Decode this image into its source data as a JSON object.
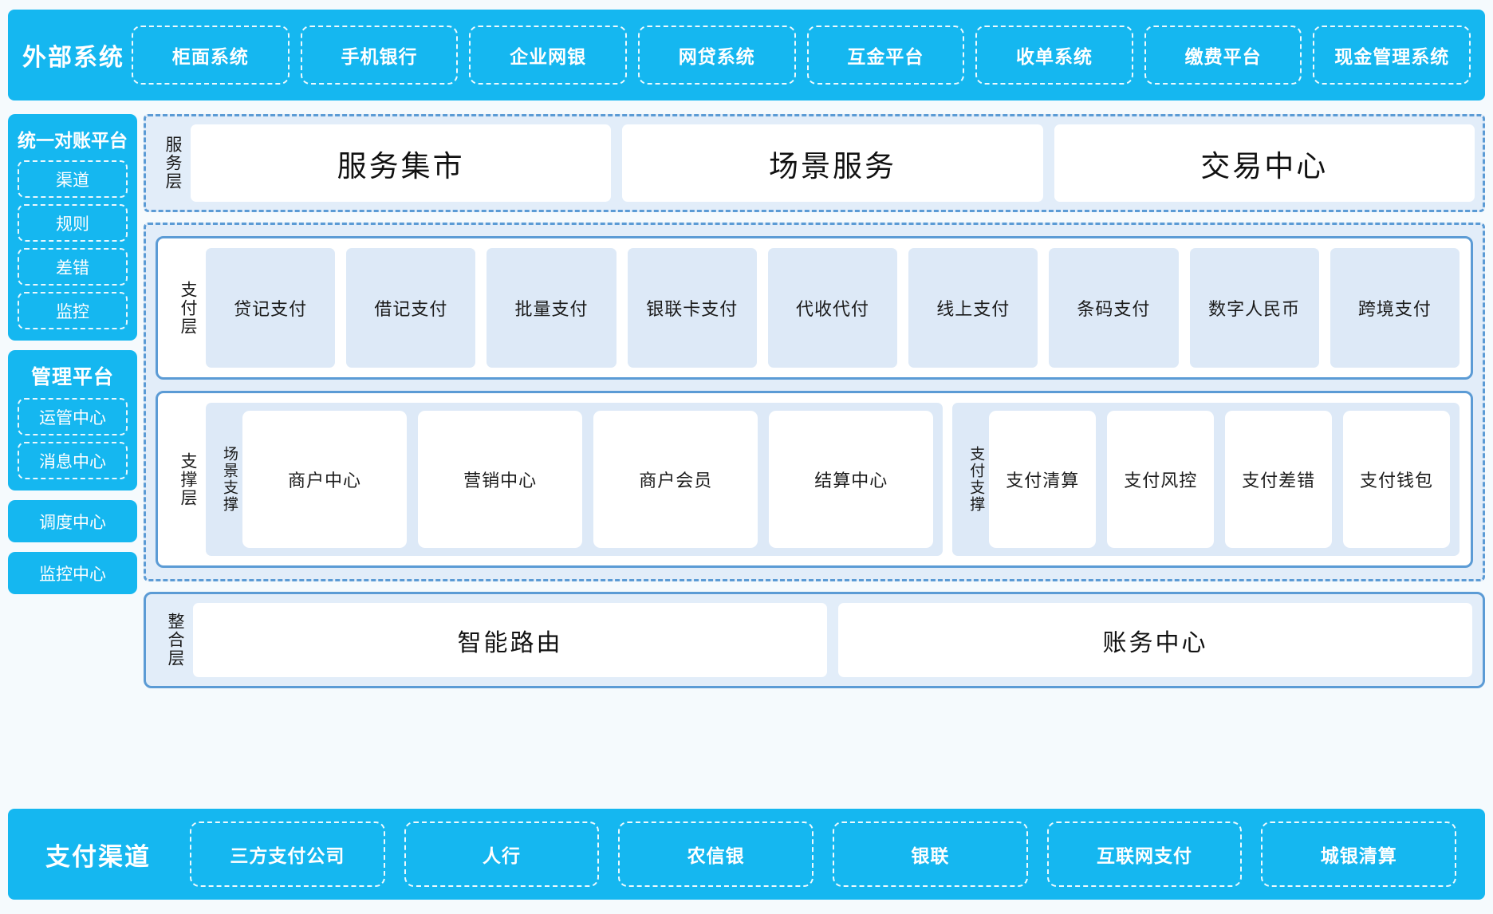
{
  "external_systems": {
    "title": "外部系统",
    "items": [
      "柜面系统",
      "手机银行",
      "企业网银",
      "网贷系统",
      "互金平台",
      "收单系统",
      "缴费平台",
      "现金管理系统"
    ]
  },
  "left_column": {
    "reconciliation": {
      "title": "统一对账平台",
      "items": [
        "渠道",
        "规则",
        "差错",
        "监控"
      ]
    },
    "management": {
      "title": "管理平台",
      "items": [
        "运管中心",
        "消息中心"
      ]
    },
    "standalone": [
      "调度中心",
      "监控中心"
    ]
  },
  "service_layer": {
    "label": "服务层",
    "items": [
      "服务集市",
      "场景服务",
      "交易中心"
    ]
  },
  "payment_layer": {
    "label": "支付层",
    "items": [
      "贷记支付",
      "借记支付",
      "批量支付",
      "银联卡支付",
      "代收代付",
      "线上支付",
      "条码支付",
      "数字人民币",
      "跨境支付"
    ]
  },
  "support_layer": {
    "label": "支撑层",
    "groups": [
      {
        "label": "场景支撑",
        "items": [
          "商户中心",
          "营销中心",
          "商户会员",
          "结算中心"
        ]
      },
      {
        "label": "支付支撑",
        "items": [
          "支付清算",
          "支付风控",
          "支付差错",
          "支付钱包"
        ]
      }
    ]
  },
  "integration_layer": {
    "label": "整合层",
    "items": [
      "智能路由",
      "账务中心"
    ]
  },
  "payment_channels": {
    "title": "支付渠道",
    "items": [
      "三方支付公司",
      "人行",
      "农信银",
      "银联",
      "互联网支付",
      "城银清算"
    ]
  },
  "colors": {
    "brand_cyan": "#15b7f0",
    "panel_border_blue": "#5b9bd5",
    "zone_fill": "#e2edf9",
    "chip_fill": "#dde9f7",
    "page_bg": "#f5fafd"
  }
}
